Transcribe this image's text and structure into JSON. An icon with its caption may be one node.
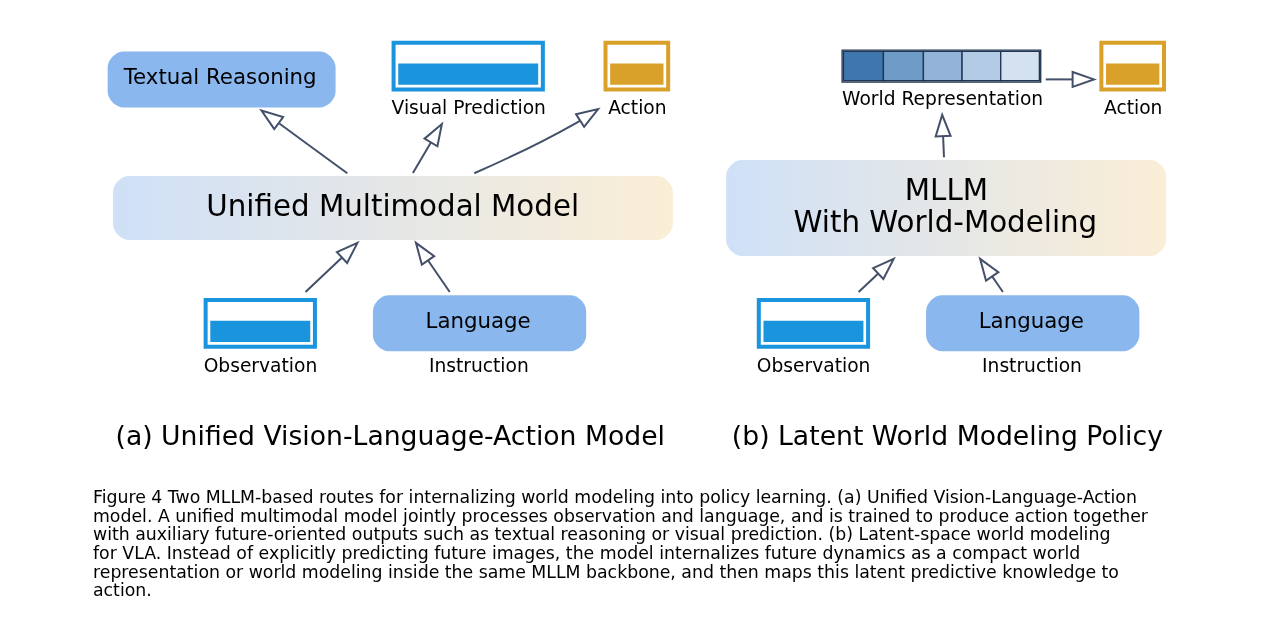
{
  "diagram": {
    "caption": "Figure 4 Two MLLM-based routes for internalizing world modeling into policy learning. (a) Unified Vision-Language-Action model. A unified multimodal model jointly processes observation and language, and is trained to produce action together with auxiliary future-oriented outputs such as textual reasoning or visual prediction. (b) Latent-space world modeling for VLA. Instead of explicitly predicting future images, the model internalizes future dynamics as a compact world representation or world modeling inside the same MLLM backbone, and then maps this latent predictive knowledge to action.",
    "nodes": [
      {
        "text": [
          "Textual Reasoning"
        ]
      },
      {
        "text": [],
        "shape": "picture",
        "beside": [
          "Visual Prediction"
        ]
      },
      {
        "text": [],
        "shape": "picture",
        "beside": [
          "Action"
        ]
      },
      {
        "text": [
          "Unified Multimodal Model"
        ]
      },
      {
        "text": [],
        "shape": "picture",
        "beside": [
          "Observation"
        ]
      },
      {
        "text": [
          "Language"
        ],
        "beside": [
          "Instruction"
        ]
      },
      {
        "text": [],
        "shape": "bar",
        "beside": [
          "World Representation"
        ]
      },
      {
        "text": [],
        "shape": "picture",
        "beside": [
          "Action"
        ]
      },
      {
        "text": [
          "MLLM",
          "With World-Modeling"
        ]
      },
      {
        "text": [],
        "shape": "picture",
        "beside": [
          "Observation"
        ]
      },
      {
        "text": [
          "Language"
        ],
        "beside": [
          "Instruction"
        ]
      }
    ],
    "edges": [
      {
        "from": 3,
        "to": 0,
        "arrow": "to"
      },
      {
        "from": 3,
        "to": 1,
        "arrow": "to"
      },
      {
        "from": 3,
        "to": 2,
        "arrow": "to"
      },
      {
        "from": 4,
        "to": 3,
        "arrow": "to"
      },
      {
        "from": 5,
        "to": 3,
        "arrow": "to"
      },
      {
        "from": 8,
        "to": 6,
        "arrow": "to"
      },
      {
        "from": 6,
        "to": 7,
        "arrow": "to"
      },
      {
        "from": 9,
        "to": 8,
        "arrow": "to"
      },
      {
        "from": 10,
        "to": 8,
        "arrow": "to"
      }
    ],
    "labels": [
      "(a) Unified Vision-Language-Action Model",
      "(b) Latent World Modeling Policy"
    ]
  }
}
